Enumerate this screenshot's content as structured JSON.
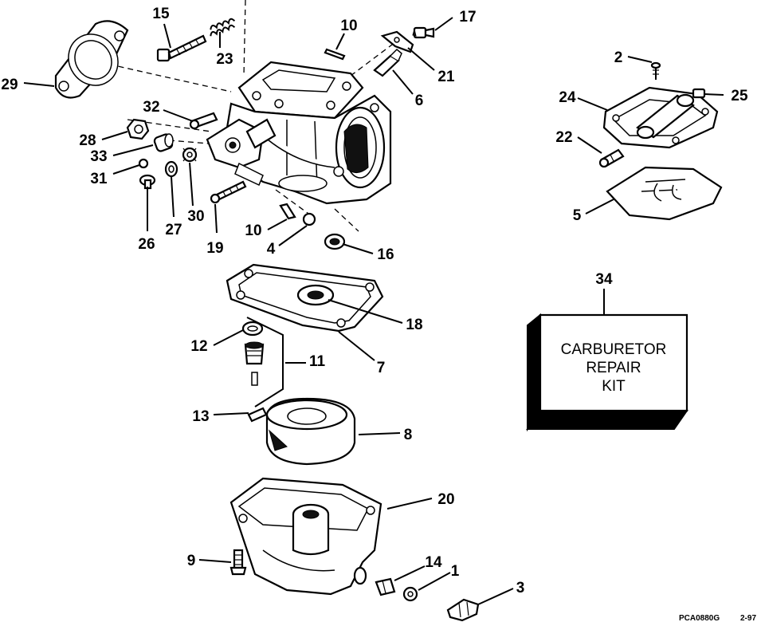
{
  "callouts": {
    "c1": "1",
    "c2": "2",
    "c3": "3",
    "c4": "4",
    "c5": "5",
    "c6": "6",
    "c7": "7",
    "c8": "8",
    "c9": "9",
    "c10a": "10",
    "c10b": "10",
    "c11": "11",
    "c12": "12",
    "c13": "13",
    "c14": "14",
    "c15": "15",
    "c16": "16",
    "c17": "17",
    "c18": "18",
    "c19": "19",
    "c20": "20",
    "c21": "21",
    "c22": "22",
    "c23": "23",
    "c24": "24",
    "c25": "25",
    "c26": "26",
    "c27": "27",
    "c28": "28",
    "c29": "29",
    "c30": "30",
    "c31": "31",
    "c32": "32",
    "c33": "33",
    "c34": "34"
  },
  "kit": {
    "line1": "CARBURETOR",
    "line2": "REPAIR",
    "line3": "KIT"
  },
  "reference": {
    "code": "PCA0880G",
    "date": "2-97"
  }
}
